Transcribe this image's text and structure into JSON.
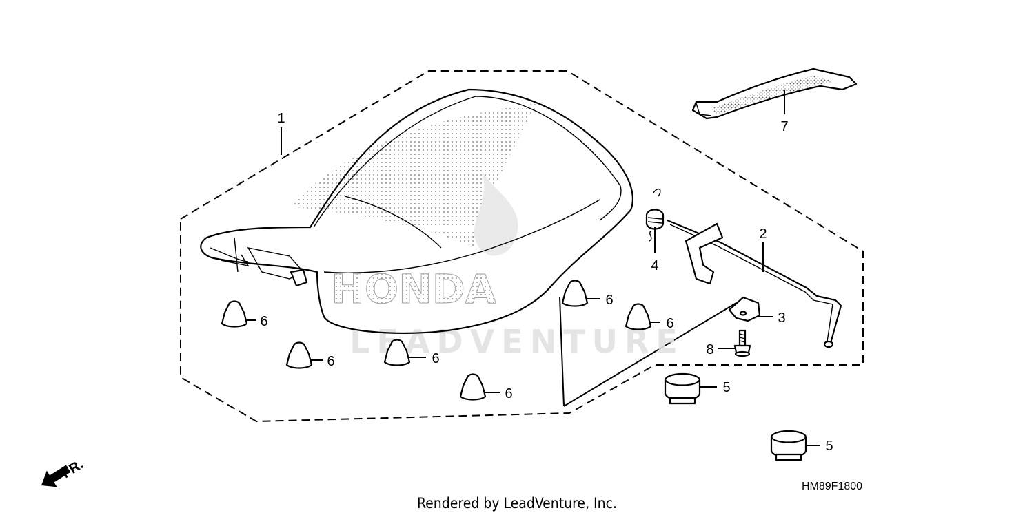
{
  "callouts": {
    "c1": "1",
    "c2": "2",
    "c3": "3",
    "c4": "4",
    "c5a": "5",
    "c5b": "5",
    "c6a": "6",
    "c6b": "6",
    "c6c": "6",
    "c6d": "6",
    "c6e": "6",
    "c6f": "6",
    "c7": "7",
    "c8": "8"
  },
  "watermark": {
    "brand": "HONDA",
    "company": "LEADVENTURE"
  },
  "front_marker": "FR.",
  "diagram_code": "HM89F1800",
  "footer": "Rendered by LeadVenture, Inc.",
  "colors": {
    "line": "#000000",
    "dots": "#555555",
    "watermark": "#dddddd"
  }
}
